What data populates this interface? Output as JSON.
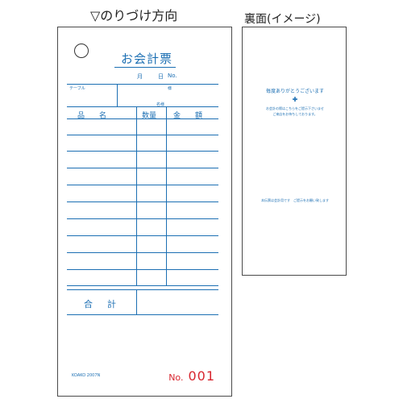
{
  "captions": {
    "front": "▽のりづけ方向",
    "back": "裏面(イメージ)"
  },
  "front": {
    "title": "お会計票",
    "date": {
      "month": "月",
      "day": "日",
      "no": "No."
    },
    "fields": {
      "table": "テーブル",
      "guest": "様",
      "people": "名様"
    },
    "columns": {
      "item": "品　　名",
      "qty": "数量",
      "amount": "金　　額"
    },
    "total": "合計",
    "brand": "KOAKO 2007N",
    "serial": {
      "prefix": "No.",
      "number": "001"
    }
  },
  "back": {
    "thanks": "毎度ありがとうございます",
    "plus": "✚",
    "note_line1": "お会計の際はこちらをご提示下さいませ",
    "note_line2": "ご来店をお待ちしております。",
    "footer": "本伝票は会計用です　ご提示をお願い致します"
  },
  "colors": {
    "print_blue": "#1c6fb3",
    "serial_red": "#d8262f",
    "border": "#4a4a4a"
  }
}
